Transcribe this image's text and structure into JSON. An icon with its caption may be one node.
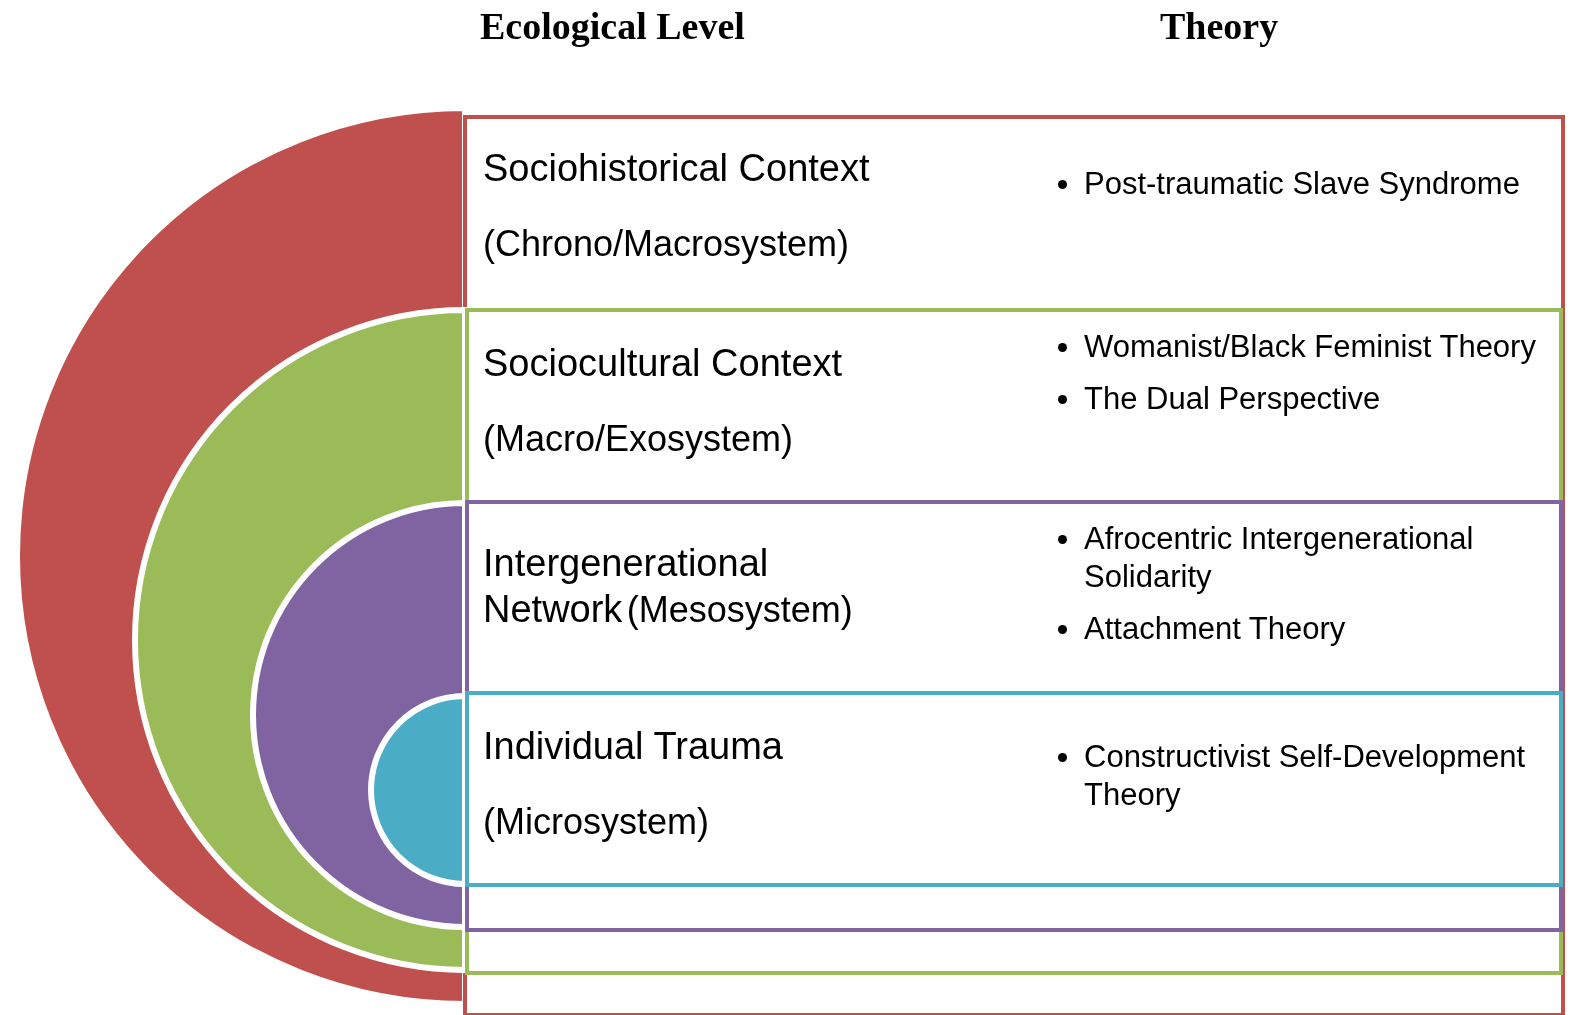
{
  "diagram": {
    "nodes": [
      {
        "text": [
          "Sociohistorical Context",
          "(Chrono/Macrosystem)",
          "Post-traumatic Slave Syndrome"
        ]
      },
      {
        "text": [
          "Sociocultural Context",
          "(Macro/Exosystem)",
          "Womanist/Black Feminist Theory",
          "The Dual Perspective"
        ],
        "in": 0
      },
      {
        "text": [
          "Intergenerational Network",
          "(Mesosystem)",
          "Afrocentric Intergenerational Solidarity",
          "Attachment Theory"
        ],
        "in": 1
      },
      {
        "text": [
          "Individual Trauma",
          "(Microsystem)",
          "Constructivist Self-Development Theory"
        ],
        "in": 2
      }
    ],
    "labels": [
      "Ecological Level",
      "Theory"
    ]
  }
}
